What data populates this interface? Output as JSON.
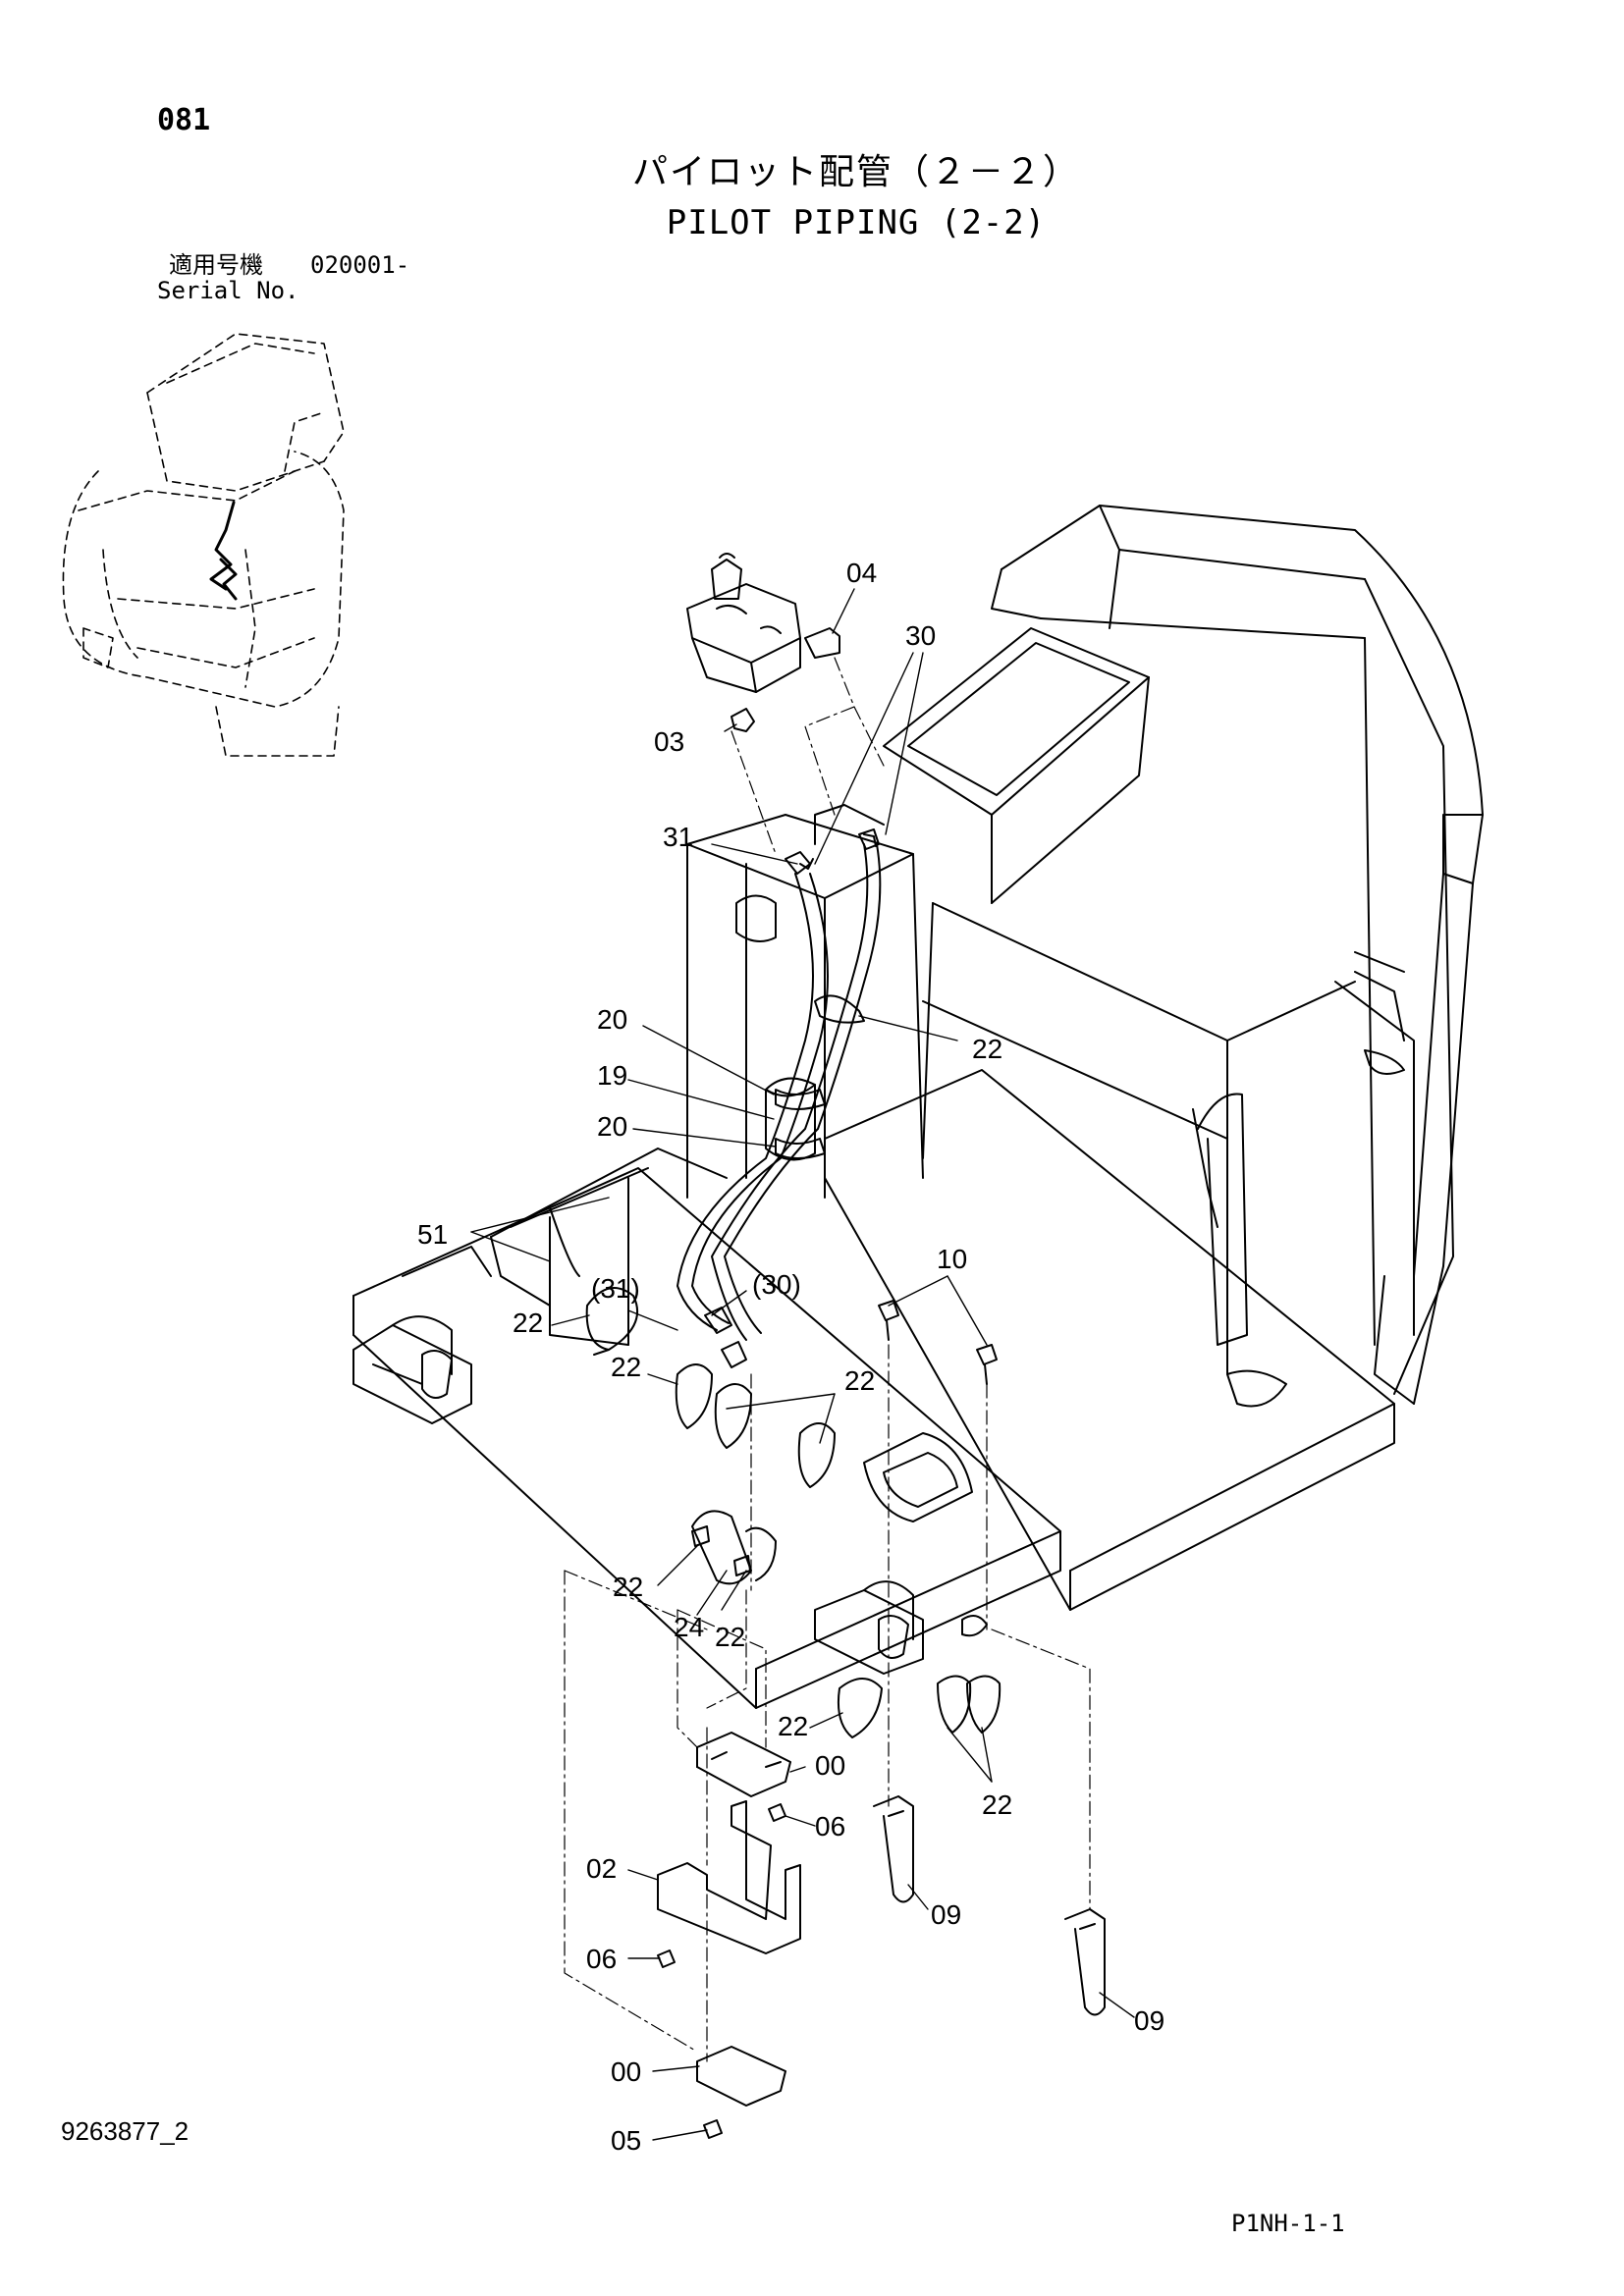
{
  "header": {
    "page_number": "081",
    "title_ja": "パイロット配管（２－２）",
    "title_en": "PILOT PIPING (2-2)",
    "serial_label_ja": "適用号機",
    "serial_value": "020001-",
    "serial_label_en": "Serial No."
  },
  "footer": {
    "doc_code": "9263877_2",
    "sheet_code": "P1NH-1-1"
  },
  "callouts": {
    "c04": "04",
    "c30": "30",
    "c03": "03",
    "c31": "31",
    "c22a": "22",
    "c20a": "20",
    "c19": "19",
    "c20b": "20",
    "c51": "51",
    "c10": "10",
    "c31p": "(31)",
    "c30p": "(30)",
    "c22b": "22",
    "c22c": "22",
    "c22d": "22",
    "c22e": "22",
    "c24": "24",
    "c22f": "22",
    "c22g": "22",
    "c00a": "00",
    "c22h": "22",
    "c06a": "06",
    "c02": "02",
    "c09a": "09",
    "c06b": "06",
    "c09b": "09",
    "c00b": "00",
    "c05": "05"
  }
}
